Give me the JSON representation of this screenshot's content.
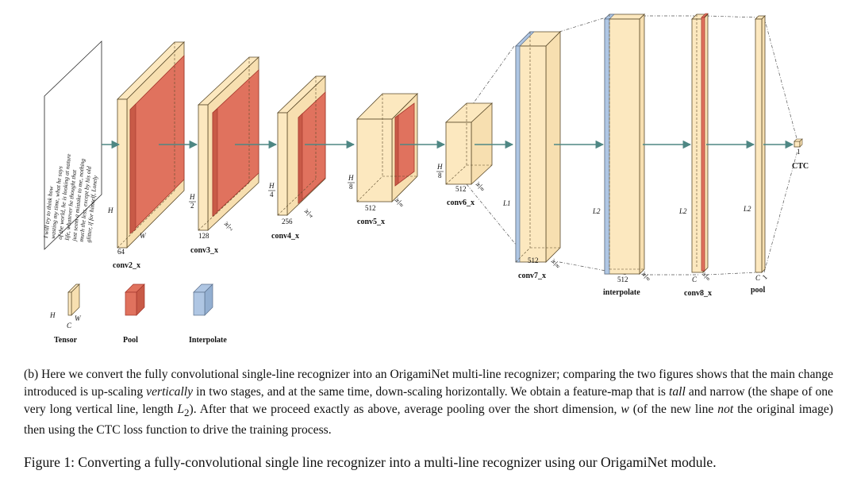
{
  "colors": {
    "tensor_fill": "#FCE8BF",
    "tensor_stroke": "#5A4A2A",
    "pool_fill": "#E0725E",
    "pool_stroke": "#A2352A",
    "interpolate_fill": "#AFC6E3",
    "interpolate_stroke": "#5B6F8C",
    "arrow": "#4E8784"
  },
  "input_image": {
    "handwriting_lines": [
      "I will try to think how",
      "wasting my time, what he says",
      "of the world, he is looking at nature",
      "life, whatever he thought that",
      "just seem a mistake to me, nothing",
      "much the less, except by his old",
      "glitter, if for himself, Lonely"
    ]
  },
  "blocks": {
    "conv2_x": {
      "name": "conv2_x",
      "depth": "64",
      "height": "H",
      "width": "W"
    },
    "conv3_x": {
      "name": "conv3_x",
      "depth": "128",
      "height_num": "H",
      "height_den": "2",
      "width_num": "W",
      "width_den": "2"
    },
    "conv4_x": {
      "name": "conv4_x",
      "depth": "256",
      "height_num": "H",
      "height_den": "4",
      "width_num": "W",
      "width_den": "4"
    },
    "conv5_x": {
      "name": "conv5_x",
      "depth": "512",
      "height_num": "H",
      "height_den": "8",
      "width_num": "W",
      "width_den": "8"
    },
    "conv6_x": {
      "name": "conv6_x",
      "depth": "512",
      "height_num": "H",
      "height_den": "8",
      "width_num": "W",
      "width_den": "8"
    },
    "conv7_x": {
      "name": "conv7_x",
      "depth": "512",
      "height": "L1",
      "width_num": "W",
      "width_den": "8"
    },
    "interpolate": {
      "name": "interpolate",
      "depth": "512",
      "height": "L2",
      "width_num": "W",
      "width_den": "8"
    },
    "conv8_x": {
      "name": "conv8_x",
      "depth": "C",
      "height": "L2",
      "width_num": "W",
      "width_den": "8"
    },
    "pool": {
      "name": "pool",
      "depth": "C",
      "height": "L2",
      "width": "1"
    },
    "ctc": {
      "name": "CTC",
      "width": "1"
    }
  },
  "legend": {
    "tensor": {
      "label": "Tensor",
      "height": "H",
      "depth": "C",
      "width": "W"
    },
    "pool": {
      "label": "Pool"
    },
    "interpolate": {
      "label": "Interpolate"
    }
  },
  "caption_b": {
    "p1": "(b) Here we convert the fully convolutional single-line recognizer into an OrigamiNet multi-line recognizer; comparing the two figures shows that the main change introduced is up-scaling ",
    "e1": "vertically",
    "p2": " in two stages, and at the same time, down-scaling horizontally. We obtain a feature-map that is ",
    "e2": "tall",
    "p3": " and narrow (the shape of one very long vertical line, length ",
    "m1": "L",
    "m1sub": "2",
    "p4": "). After that we proceed exactly as above, average pooling over the short dimension, ",
    "m2": "w",
    "p5": " (of the new line ",
    "e3": "not",
    "p6": " the original image) then using the CTC loss function to drive the training process."
  },
  "figure_caption": "Figure 1: Converting a fully-convolutional single line recognizer into a multi-line recognizer using our OrigamiNet module."
}
